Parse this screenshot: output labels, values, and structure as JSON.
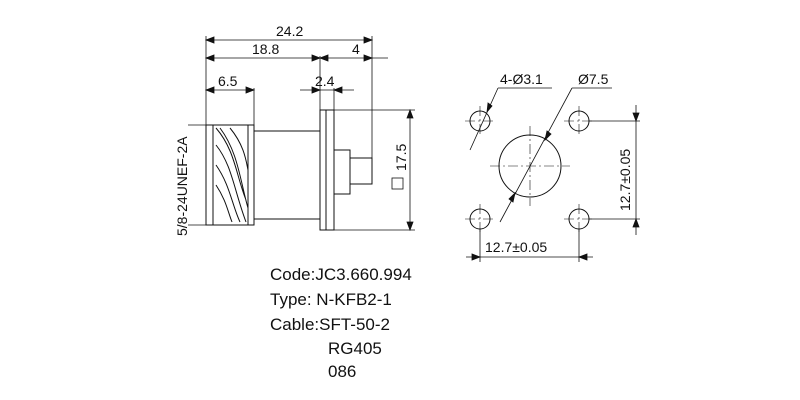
{
  "dimensions": {
    "overall_length": "24.2",
    "body_length": "18.8",
    "pin_length": "4",
    "thread_length": "6.5",
    "flange_thickness": "2.4",
    "flange_square": "17.5",
    "thread_spec": "5/8-24UNEF-2A",
    "hole_callout": "4-Ø3.1",
    "center_diameter": "Ø7.5",
    "hole_spacing_vertical": "12.7±0.05",
    "hole_spacing_horizontal": "12.7±0.05"
  },
  "info": {
    "code": "Code:JC3.660.994",
    "type": "Type: N-KFB2-1",
    "cable": "Cable:SFT-50-2",
    "cable_alt1": "RG405",
    "cable_alt2": "086"
  }
}
